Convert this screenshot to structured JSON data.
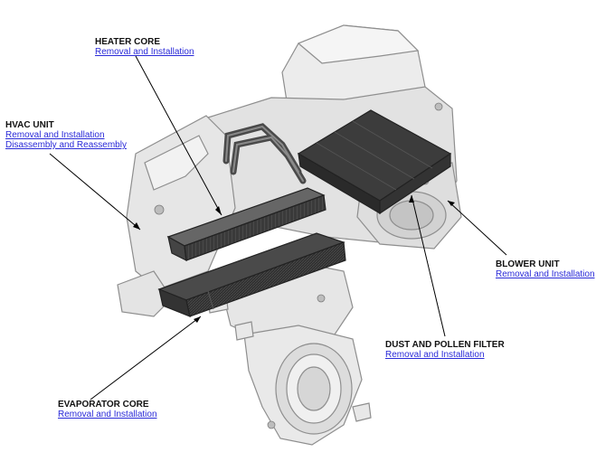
{
  "callouts": {
    "heater_core": {
      "title": "HEATER CORE",
      "links": [
        "Removal and Installation"
      ]
    },
    "hvac_unit": {
      "title": "HVAC UNIT",
      "links": [
        "Removal and Installation",
        "Disassembly and Reassembly"
      ]
    },
    "blower_unit": {
      "title": "BLOWER UNIT",
      "links": [
        "Removal and Installation"
      ]
    },
    "dust_filter": {
      "title": "DUST AND POLLEN FILTER",
      "links": [
        "Removal and Installation"
      ]
    },
    "evaporator_core": {
      "title": "EVAPORATOR CORE",
      "links": [
        "Removal and Installation"
      ]
    }
  },
  "colors": {
    "link": "#2a2ad8",
    "housing": "#e6e6e6",
    "housing_edge": "#9a9a9a",
    "core_dark": "#333333"
  }
}
